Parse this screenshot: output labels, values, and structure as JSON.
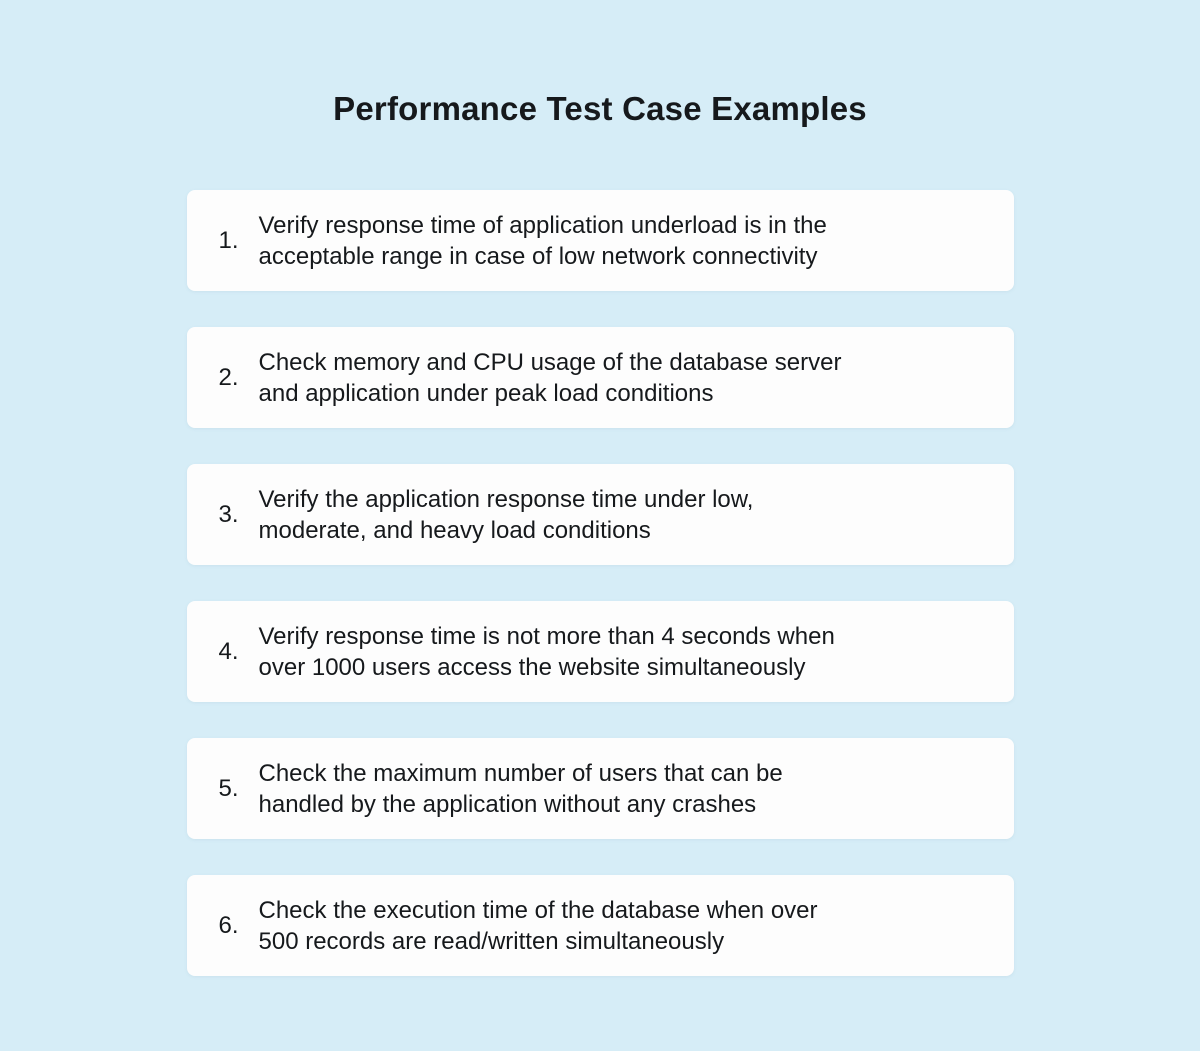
{
  "title": "Performance Test Case Examples",
  "colors": {
    "background": "#d6edf7",
    "card": "#fdfdfd",
    "text": "#16191c"
  },
  "test_cases": [
    {
      "number": "1.",
      "text": "Verify response time of application underload is in the acceptable range in case of low network connectivity",
      "lines": [
        "Verify response time of application underload is in the",
        "acceptable range in case of low network connectivity"
      ]
    },
    {
      "number": "2.",
      "text": "Check memory and CPU usage of the database server and application under peak load conditions",
      "lines": [
        "Check memory and CPU usage of the database server",
        "and application under peak load conditions"
      ]
    },
    {
      "number": "3.",
      "text": "Verify the application response time under low, moderate, and heavy load conditions",
      "lines": [
        "Verify the application response time under low,",
        "moderate, and heavy load conditions"
      ]
    },
    {
      "number": "4.",
      "text": "Verify response time is not more than 4 seconds when over 1000 users access the website simultaneously",
      "lines": [
        "Verify response time is not more than 4 seconds when",
        "over 1000 users access the website simultaneously"
      ]
    },
    {
      "number": "5.",
      "text": "Check the maximum number of users that can be handled by the application without any crashes",
      "lines": [
        "Check the maximum number of users that can be",
        "handled by the application without any crashes"
      ]
    },
    {
      "number": "6.",
      "text": "Check the execution time of the database when over 500 records are read/written simultaneously",
      "lines": [
        "Check the execution time of the database when over",
        "500 records are read/written simultaneously"
      ]
    }
  ]
}
